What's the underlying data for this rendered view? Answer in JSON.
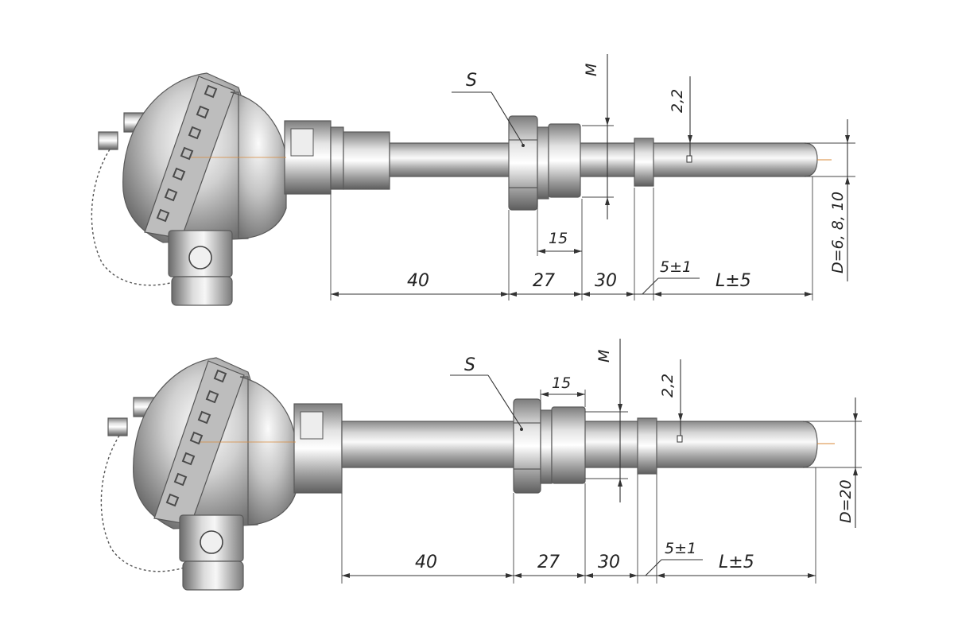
{
  "views": [
    {
      "id": "top",
      "labels": {
        "wrench_size": "S",
        "thread": "M",
        "hole_offset": "2,2",
        "diameter": "D=6, 8, 10",
        "dim_head_to_nut": "40",
        "dim_nut": "27",
        "dim_fitting": "15",
        "dim_to_collar": "30",
        "dim_collar": "5±1",
        "dim_length": "L±5"
      }
    },
    {
      "id": "bottom",
      "labels": {
        "wrench_size": "S",
        "thread": "M",
        "hole_offset": "2,2",
        "diameter": "D=20",
        "dim_head_to_nut": "40",
        "dim_nut": "27",
        "dim_fitting": "15",
        "dim_to_collar": "30",
        "dim_collar": "5±1",
        "dim_length": "L±5"
      }
    }
  ],
  "colors": {
    "metal_light": "#f2f2f2",
    "metal_mid": "#b9b9b9",
    "metal_dark": "#6e6e6e",
    "line": "#333333",
    "accent": "#d98a3a"
  }
}
